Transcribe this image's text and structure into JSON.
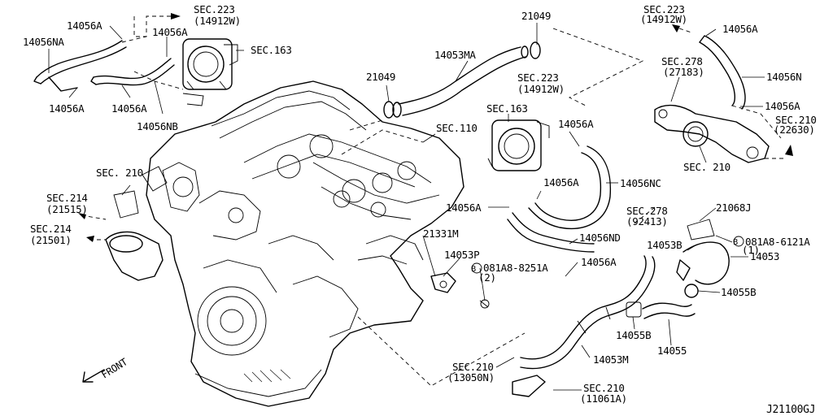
{
  "diagram_id": "J21100GJ",
  "front_label": "FRONT",
  "labels": {
    "l_14056A_tl": "14056A",
    "l_sec223_tl_1": "SEC.223",
    "l_sec223_tl_2": "(14912W)",
    "l_14056NA": "14056NA",
    "l_14056A_tl2": "14056A",
    "l_sec163_top": "SEC.163",
    "l_14056A_bl": "14056A",
    "l_14056A_bm": "14056A",
    "l_14056NB": "14056NB",
    "l_21049_top": "21049",
    "l_14053MA": "14053MA",
    "l_21049_mid": "21049",
    "l_sec223_mid_1": "SEC.223",
    "l_sec223_mid_2": "(14912W)",
    "l_sec163_mid": "SEC.163",
    "l_sec110": "SEC.110",
    "l_14056A_mid": "14056A",
    "l_sec223_tr_1": "SEC.223",
    "l_sec223_tr_2": "(14912W)",
    "l_14056A_tr": "14056A",
    "l_sec278_tr_1": "SEC.278",
    "l_sec278_tr_2": "(27183)",
    "l_14056N": "14056N",
    "l_14056A_tr2": "14056A",
    "l_sec210_tr_1": "SEC.210",
    "l_sec210_tr_2": "(22630)",
    "l_sec210_r": "SEC. 210",
    "l_sec210_l": "SEC. 210",
    "l_14056NC": "14056NC",
    "l_14056A_c": "14056A",
    "l_14056A_c2": "14056A",
    "l_sec214_1a": "SEC.214",
    "l_sec214_1b": "(21515)",
    "l_sec214_2a": "SEC.214",
    "l_sec214_2b": "(21501)",
    "l_sec278_m_1": "SEC.278",
    "l_sec278_m_2": "(92413)",
    "l_21068J": "21068J",
    "l_21331M": "21331M",
    "l_14056ND": "14056ND",
    "l_14053B": "14053B",
    "l_081A8_6121A": "081A8-6121A",
    "l_081A8_6121A_q": "(1)",
    "l_14053P": "14053P",
    "l_14053": "14053",
    "l_081A8_8251A": "081A8-8251A",
    "l_081A8_8251A_q": "(2)",
    "l_14056A_bc": "14056A",
    "l_14055B_r": "14055B",
    "l_14055B_b": "14055B",
    "l_14055": "14055",
    "l_14053M": "14053M",
    "l_sec210_b_1": "SEC.210",
    "l_sec210_b_2": "(13050N)",
    "l_sec210_bb_1": "SEC.210",
    "l_sec210_bb_2": "(11061A)",
    "l_B1": "B",
    "l_B2": "B"
  }
}
